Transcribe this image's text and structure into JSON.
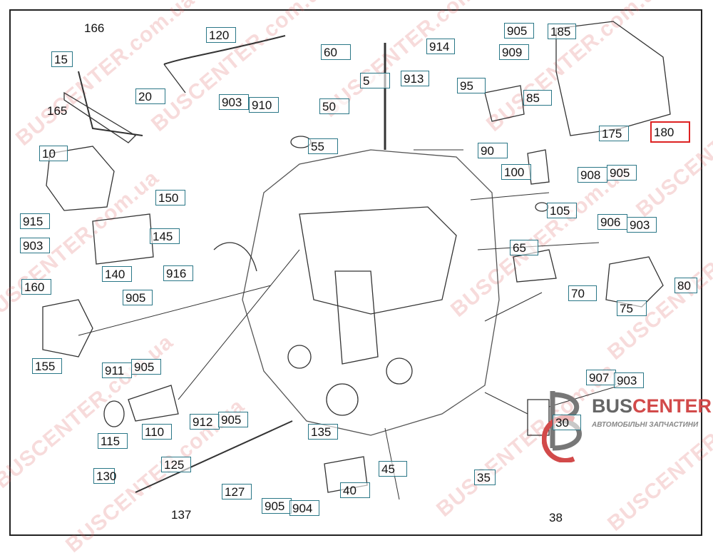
{
  "watermark": "BUSCENTER.com.ua",
  "logo": {
    "brand_a": "BUS",
    "brand_b": "CENTER",
    "tagline": "АВТОМОБІЛЬНІ ЗАПЧАСТИНИ"
  },
  "colors": {
    "label_border": "#2a7787",
    "highlight": "#dd2222",
    "watermark": "#dc5a5a"
  },
  "labels": [
    "166",
    "15",
    "165",
    "20",
    "120",
    "60",
    "903",
    "910",
    "50",
    "55",
    "5",
    "914",
    "913",
    "909",
    "905",
    "185",
    "95",
    "85",
    "175",
    "180",
    "90",
    "100",
    "908",
    "905",
    "105",
    "906",
    "903",
    "65",
    "70",
    "75",
    "80",
    "10",
    "150",
    "915",
    "903",
    "145",
    "140",
    "916",
    "905",
    "160",
    "155",
    "911",
    "905",
    "110",
    "912",
    "905",
    "115",
    "135",
    "125",
    "130",
    "127",
    "45",
    "40",
    "905",
    "904",
    "35",
    "30",
    "907",
    "903",
    "38",
    "137"
  ],
  "highlighted_label": "180"
}
